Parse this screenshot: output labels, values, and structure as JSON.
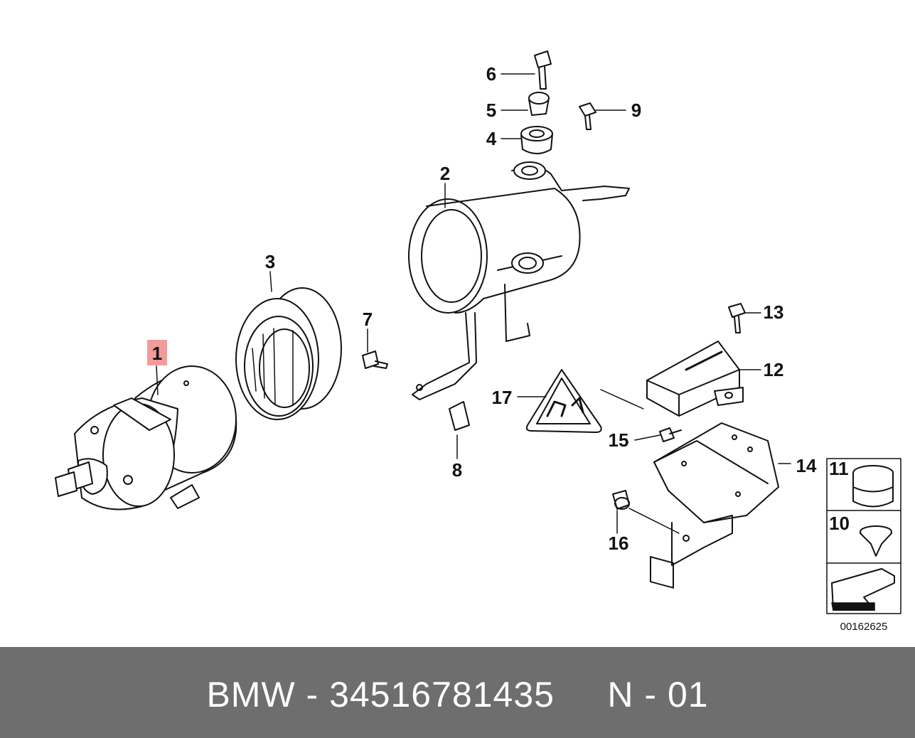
{
  "diagram": {
    "highlight_color": "#f19b9b",
    "callouts": [
      {
        "num": "1"
      },
      {
        "num": "2"
      },
      {
        "num": "3"
      },
      {
        "num": "4"
      },
      {
        "num": "5"
      },
      {
        "num": "6"
      },
      {
        "num": "7"
      },
      {
        "num": "8"
      },
      {
        "num": "9"
      },
      {
        "num": "12"
      },
      {
        "num": "13"
      },
      {
        "num": "14"
      },
      {
        "num": "15"
      },
      {
        "num": "16"
      },
      {
        "num": "17"
      }
    ],
    "legend": {
      "item_11": "11",
      "item_10": "10"
    },
    "ref_number": "00162625"
  },
  "footer": {
    "caption": "BMW - 34516781435     N - 01",
    "bg_color": "#6e6e6e"
  }
}
